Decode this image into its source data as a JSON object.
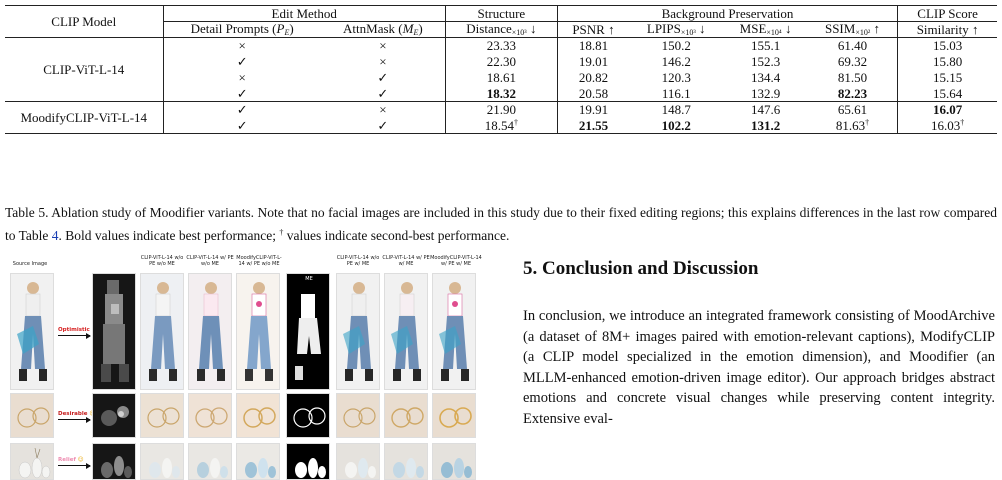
{
  "table": {
    "headers": {
      "clip_model": "CLIP Model",
      "edit_method": "Edit Method",
      "structure": "Structure",
      "background_preservation": "Background Preservation",
      "clip_score": "CLIP Score",
      "detail_prompts": "Detail Prompts (",
      "detail_prompts_sym": "P",
      "detail_prompts_sub": "E",
      "attnmask": "AttnMask (",
      "attnmask_sym": "M",
      "attnmask_sub": "E",
      "distance": "Distance",
      "distance_sub": "×10³",
      "distance_arrow": "↓",
      "psnr": "PSNR ↑",
      "lpips": "LPIPS",
      "lpips_sub": "×10³",
      "lpips_arrow": "↓",
      "mse": "MSE",
      "mse_sub": "×10⁴",
      "mse_arrow": "↓",
      "ssim": "SSIM",
      "ssim_sub": "×10²",
      "ssim_arrow": "↑",
      "similarity": "Similarity ↑"
    },
    "models": [
      "CLIP-ViT-L-14",
      "MoodifyCLIP-ViT-L-14"
    ],
    "rows": [
      {
        "p": "×",
        "m": "×",
        "distance": "23.33",
        "psnr": "18.81",
        "lpips": "150.2",
        "mse": "155.1",
        "ssim": "61.40",
        "sim": "15.03"
      },
      {
        "p": "✓",
        "m": "×",
        "distance": "22.30",
        "psnr": "19.01",
        "lpips": "146.2",
        "mse": "152.3",
        "ssim": "69.32",
        "sim": "15.80"
      },
      {
        "p": "×",
        "m": "✓",
        "distance": "18.61",
        "psnr": "20.82",
        "lpips": "120.3",
        "mse": "134.4",
        "ssim": "81.50",
        "sim": "15.15"
      },
      {
        "p": "✓",
        "m": "✓",
        "distance": "18.32",
        "psnr": "20.58",
        "lpips": "116.1",
        "mse": "132.9",
        "ssim": "82.23",
        "sim": "15.64"
      },
      {
        "p": "✓",
        "m": "×",
        "distance": "21.90",
        "psnr": "19.91",
        "lpips": "148.7",
        "mse": "147.6",
        "ssim": "65.61",
        "sim": "16.07"
      },
      {
        "p": "✓",
        "m": "✓",
        "distance": "18.54",
        "psnr": "21.55",
        "lpips": "102.2",
        "mse": "131.2",
        "ssim": "81.63",
        "sim": "16.03"
      }
    ],
    "dagger": "†"
  },
  "caption": {
    "text_1": "Table 5. Ablation study of Moodifier variants. Note that no facial images are included in this study due to their fixed editing regions; this explains differences in the last row compared to Table ",
    "ref": "4",
    "text_2": ". Bold values indicate best performance; ",
    "dagger": "†",
    "text_3": " values indicate second-best performance."
  },
  "figure": {
    "source_label": "Source Image",
    "col_labels": [
      "CLIP-ViT-L-14 w/o PE w/o ME",
      "CLIP-ViT-L-14 w/ PE w/o ME",
      "MoodifyCLIP-ViT-L-14 w/ PE w/o ME",
      "CLIP-ViT-L-14 w/o PE w/ ME",
      "CLIP-ViT-L-14 w/ PE w/ ME",
      "MoodifyCLIP-ViT-L-14 w/ PE w/ ME"
    ],
    "mask_label": "ME",
    "emotions": [
      "Optimistic",
      "Desirable",
      "Relief"
    ],
    "emotion_colors": [
      "#d62020",
      "#c41c1c",
      "#ee8bb0"
    ]
  },
  "section": {
    "title": "5. Conclusion and Discussion",
    "body": "In conclusion, we introduce an integrated framework consisting of MoodArchive (a dataset of 8M+ images paired with emotion-relevant captions), ModifyCLIP (a CLIP model specialized in the emotion dimension), and Moodifier (an MLLM-enhanced emotion-driven image editor). Our approach bridges abstract emotions and concrete visual changes while preserving content integrity. Extensive eval-"
  }
}
